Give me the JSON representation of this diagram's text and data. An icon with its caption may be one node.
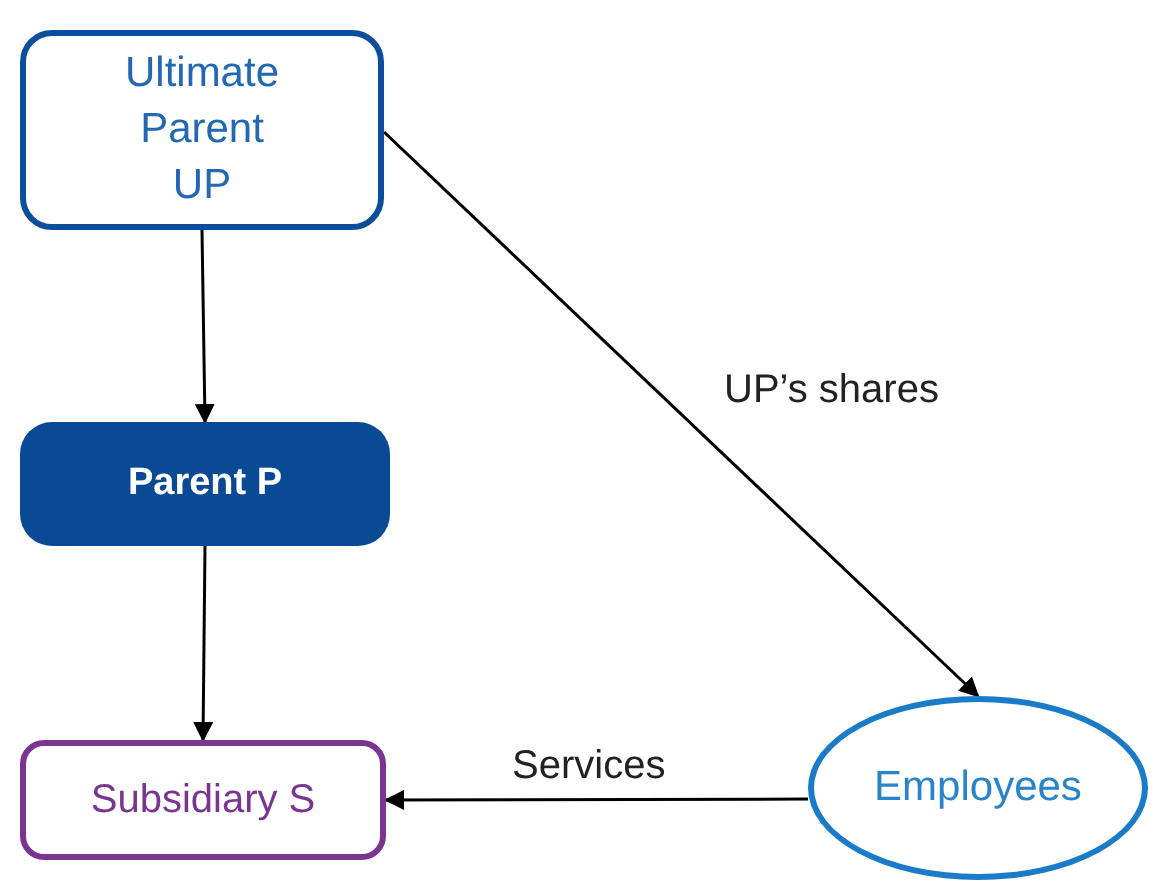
{
  "diagram": {
    "nodes": [
      {
        "text": [
          "Ultimate Parent UP"
        ]
      },
      {
        "text": [
          "Parent P"
        ]
      },
      {
        "text": [
          "Subsidiary S"
        ]
      },
      {
        "text": [
          "Employees"
        ]
      }
    ],
    "edges": [
      {
        "from": 0,
        "to": 1,
        "arrow": "to"
      },
      {
        "from": 1,
        "to": 2,
        "arrow": "to"
      },
      {
        "from": 0,
        "to": 3,
        "arrow": "to",
        "label": "UP’s shares"
      },
      {
        "from": 3,
        "to": 2,
        "arrow": "to",
        "label": "Services"
      }
    ]
  }
}
